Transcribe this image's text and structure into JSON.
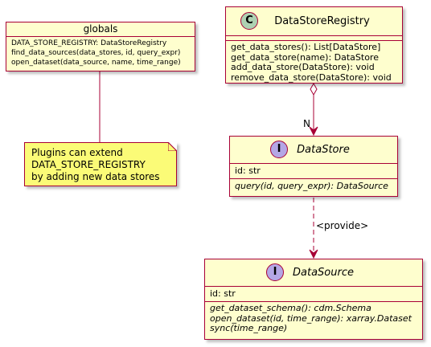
{
  "globals": {
    "title": "globals",
    "members": [
      "DATA_STORE_REGISTRY: DataStoreRegistry",
      "find_data_sources(data_stores, id, query_expr)",
      "open_dataset(data_source, name, time_range)"
    ]
  },
  "note": {
    "lines": [
      "Plugins can extend",
      "DATA_STORE_REGISTRY",
      "by adding new data stores"
    ]
  },
  "registry": {
    "badge": "C",
    "title": "DataStoreRegistry",
    "methods": [
      "get_data_stores(): List[DataStore]",
      "get_data_store(name): DataStore",
      "add_data_store(DataStore): void",
      "remove_data_store(DataStore): void"
    ]
  },
  "datastore": {
    "badge": "I",
    "title": "DataStore",
    "fields": [
      "id: str"
    ],
    "methods": [
      "query(id, query_expr): DataSource"
    ]
  },
  "datasource": {
    "badge": "I",
    "title": "DataSource",
    "fields": [
      "id: str"
    ],
    "methods": [
      "get_dataset_schema(): cdm.Schema",
      "open_dataset(id, time_range): xarray.Dataset",
      "sync(time_range)"
    ]
  },
  "relations": {
    "aggregation_multiplicity": "N",
    "provide_label": "<provide>"
  },
  "colors": {
    "box_fill": "#FEFECE",
    "border": "#A80036",
    "note_fill": "#FBFB77",
    "class_badge": "#ADD1B2",
    "interface_badge": "#B4A7E5"
  }
}
